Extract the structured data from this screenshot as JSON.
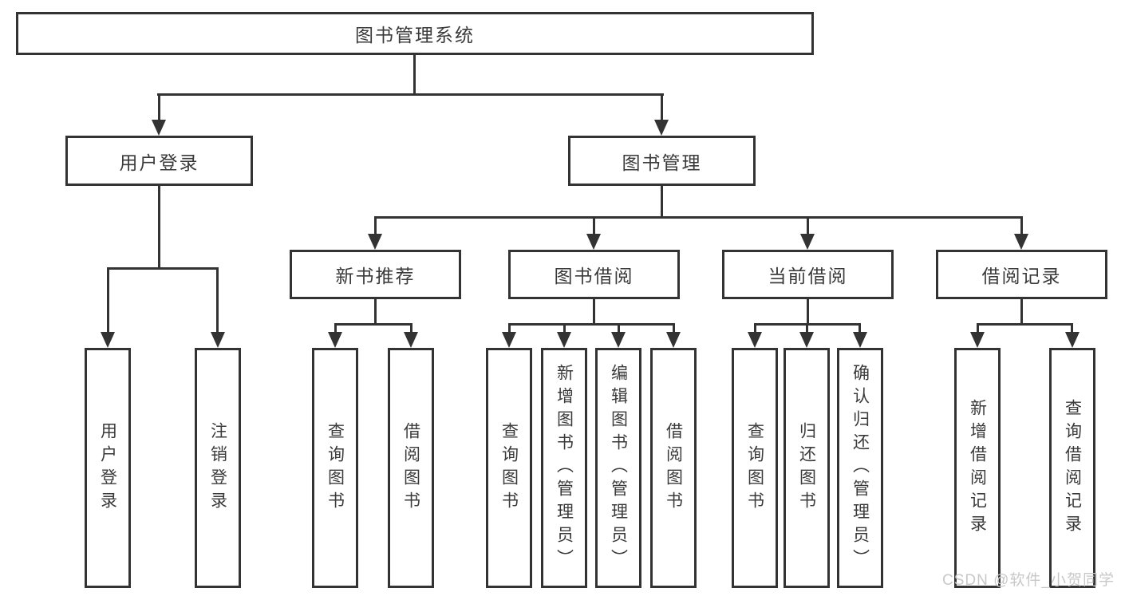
{
  "tree": {
    "root": {
      "label": "图书管理系统",
      "children": [
        {
          "label": "用户登录",
          "children": [
            {
              "label": "用户登录"
            },
            {
              "label": "注销登录"
            }
          ]
        },
        {
          "label": "图书管理",
          "children": [
            {
              "label": "新书推荐",
              "children": [
                {
                  "label": "查询图书"
                },
                {
                  "label": "借阅图书"
                }
              ]
            },
            {
              "label": "图书借阅",
              "children": [
                {
                  "label": "查询图书"
                },
                {
                  "label": "新增图书（管理员）"
                },
                {
                  "label": "编辑图书（管理员）"
                },
                {
                  "label": "借阅图书"
                }
              ]
            },
            {
              "label": "当前借阅",
              "children": [
                {
                  "label": "查询图书"
                },
                {
                  "label": "归还图书"
                },
                {
                  "label": "确认归还（管理员）"
                }
              ]
            },
            {
              "label": "借阅记录",
              "children": [
                {
                  "label": "新增借阅记录"
                },
                {
                  "label": "查询借阅记录"
                }
              ]
            }
          ]
        }
      ]
    }
  },
  "watermark": {
    "text": "CSDN @软件_小贺同学"
  },
  "colors": {
    "line": "#333333",
    "text": "#3a3a3a",
    "background": "#ffffff",
    "watermark": "#c8c8c8"
  }
}
